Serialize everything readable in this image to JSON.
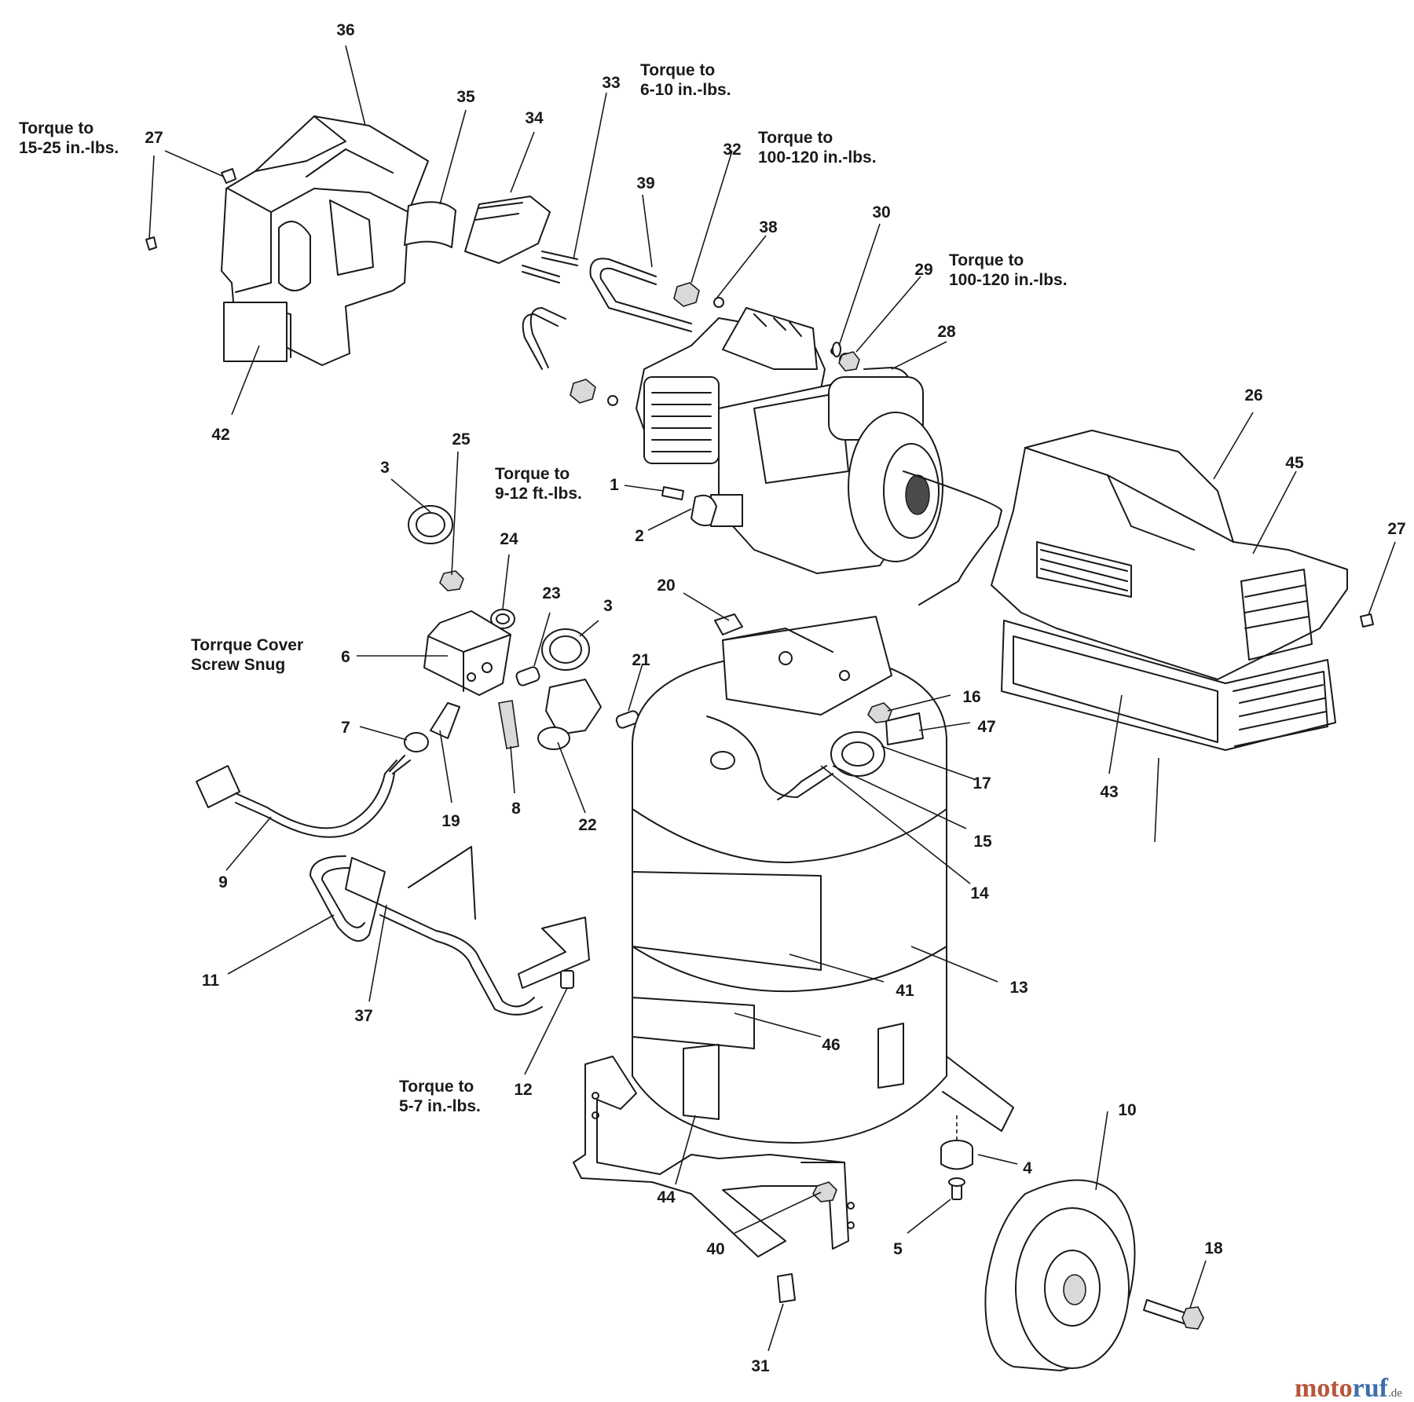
{
  "labels": [
    {
      "id": "36",
      "text": "36"
    },
    {
      "id": "35",
      "text": "35"
    },
    {
      "id": "34",
      "text": "34"
    },
    {
      "id": "33",
      "text": "33"
    },
    {
      "id": "39",
      "text": "39"
    },
    {
      "id": "32",
      "text": "32"
    },
    {
      "id": "38",
      "text": "38"
    },
    {
      "id": "30",
      "text": "30"
    },
    {
      "id": "29",
      "text": "29"
    },
    {
      "id": "28",
      "text": "28"
    },
    {
      "id": "27a",
      "text": "27"
    },
    {
      "id": "42",
      "text": "42"
    },
    {
      "id": "26",
      "text": "26"
    },
    {
      "id": "45",
      "text": "45"
    },
    {
      "id": "27b",
      "text": "27"
    },
    {
      "id": "43",
      "text": "43"
    },
    {
      "id": "3a",
      "text": "3"
    },
    {
      "id": "25",
      "text": "25"
    },
    {
      "id": "24",
      "text": "24"
    },
    {
      "id": "23",
      "text": "23"
    },
    {
      "id": "3b",
      "text": "3"
    },
    {
      "id": "20",
      "text": "20"
    },
    {
      "id": "1",
      "text": "1"
    },
    {
      "id": "2",
      "text": "2"
    },
    {
      "id": "6",
      "text": "6"
    },
    {
      "id": "21",
      "text": "21"
    },
    {
      "id": "16",
      "text": "16"
    },
    {
      "id": "47",
      "text": "47"
    },
    {
      "id": "7",
      "text": "7"
    },
    {
      "id": "19",
      "text": "19"
    },
    {
      "id": "8",
      "text": "8"
    },
    {
      "id": "22",
      "text": "22"
    },
    {
      "id": "17",
      "text": "17"
    },
    {
      "id": "15",
      "text": "15"
    },
    {
      "id": "9",
      "text": "9"
    },
    {
      "id": "14",
      "text": "14"
    },
    {
      "id": "11",
      "text": "11"
    },
    {
      "id": "37",
      "text": "37"
    },
    {
      "id": "41",
      "text": "41"
    },
    {
      "id": "13",
      "text": "13"
    },
    {
      "id": "46",
      "text": "46"
    },
    {
      "id": "12",
      "text": "12"
    },
    {
      "id": "10",
      "text": "10"
    },
    {
      "id": "4",
      "text": "4"
    },
    {
      "id": "44",
      "text": "44"
    },
    {
      "id": "40",
      "text": "40"
    },
    {
      "id": "5",
      "text": "5"
    },
    {
      "id": "18",
      "text": "18"
    },
    {
      "id": "31",
      "text": "31"
    }
  ],
  "notes": {
    "torque_27": [
      "Torque to",
      "15-25 in.-lbs."
    ],
    "torque_33": [
      "Torque to",
      "6-10 in.-lbs."
    ],
    "torque_32": [
      "Torque to",
      "100-120 in.-lbs."
    ],
    "torque_29": [
      "Torque to",
      "100-120 in.-lbs."
    ],
    "torque_1": [
      "Torque to",
      "9-12 ft.-lbs."
    ],
    "torque_6": [
      "Torrque Cover",
      "Screw Snug"
    ],
    "torque_12": [
      "Torque to",
      "5-7 in.-lbs."
    ]
  },
  "watermark": {
    "part1": "moto",
    "part2": "ruf",
    "suffix": ".de"
  }
}
